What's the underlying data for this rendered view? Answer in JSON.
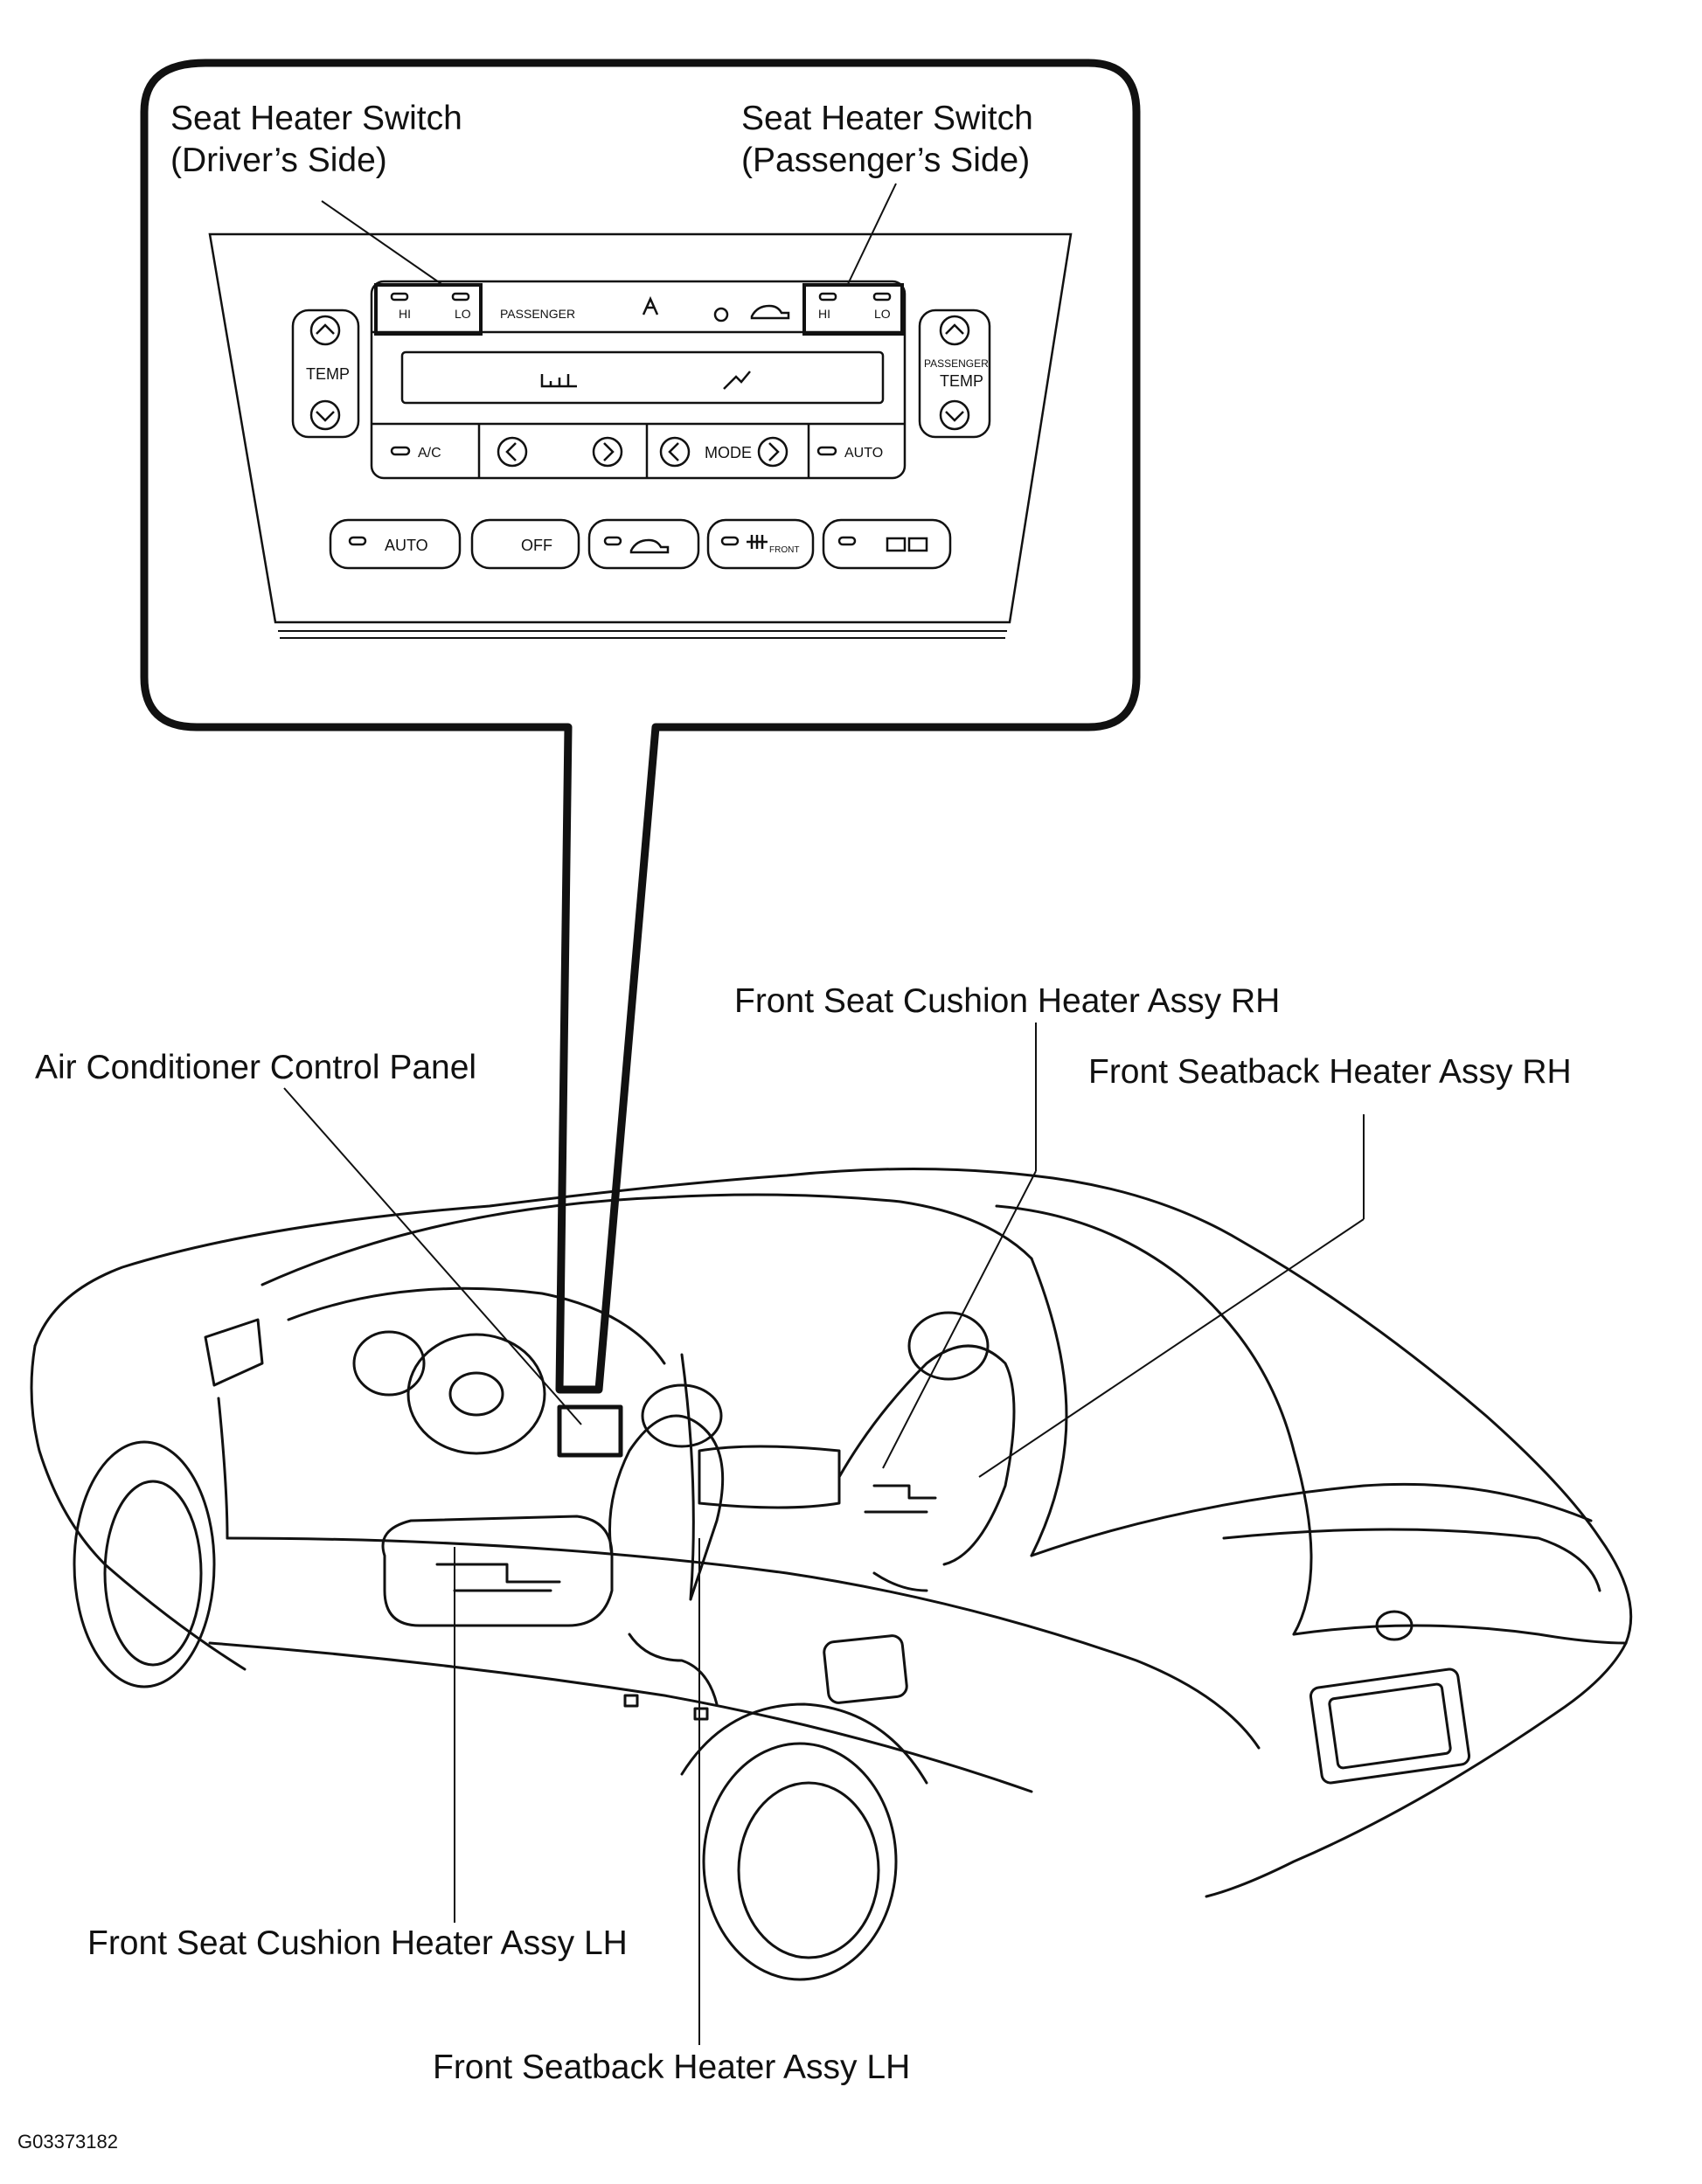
{
  "callouts": {
    "seat_switch_driver": [
      "Seat Heater Switch",
      "(Driver’s Side)"
    ],
    "seat_switch_passenger": [
      "Seat Heater Switch",
      "(Passenger’s Side)"
    ],
    "ac_panel": "Air Conditioner Control Panel",
    "cushion_rh": "Front Seat Cushion Heater Assy RH",
    "seatback_rh": "Front Seatback Heater Assy RH",
    "cushion_lh": "Front Seat Cushion Heater Assy LH",
    "seatback_lh": "Front Seatback Heater Assy LH"
  },
  "panel": {
    "hi": "HI",
    "lo": "LO",
    "passenger": "PASSENGER",
    "temp": "TEMP",
    "passenger_temp": [
      "PASSENGER",
      "TEMP"
    ],
    "ac": "A/C",
    "mode": "MODE",
    "auto": "AUTO",
    "off": "OFF",
    "front": "FRONT"
  },
  "figure_code": "G03373182"
}
